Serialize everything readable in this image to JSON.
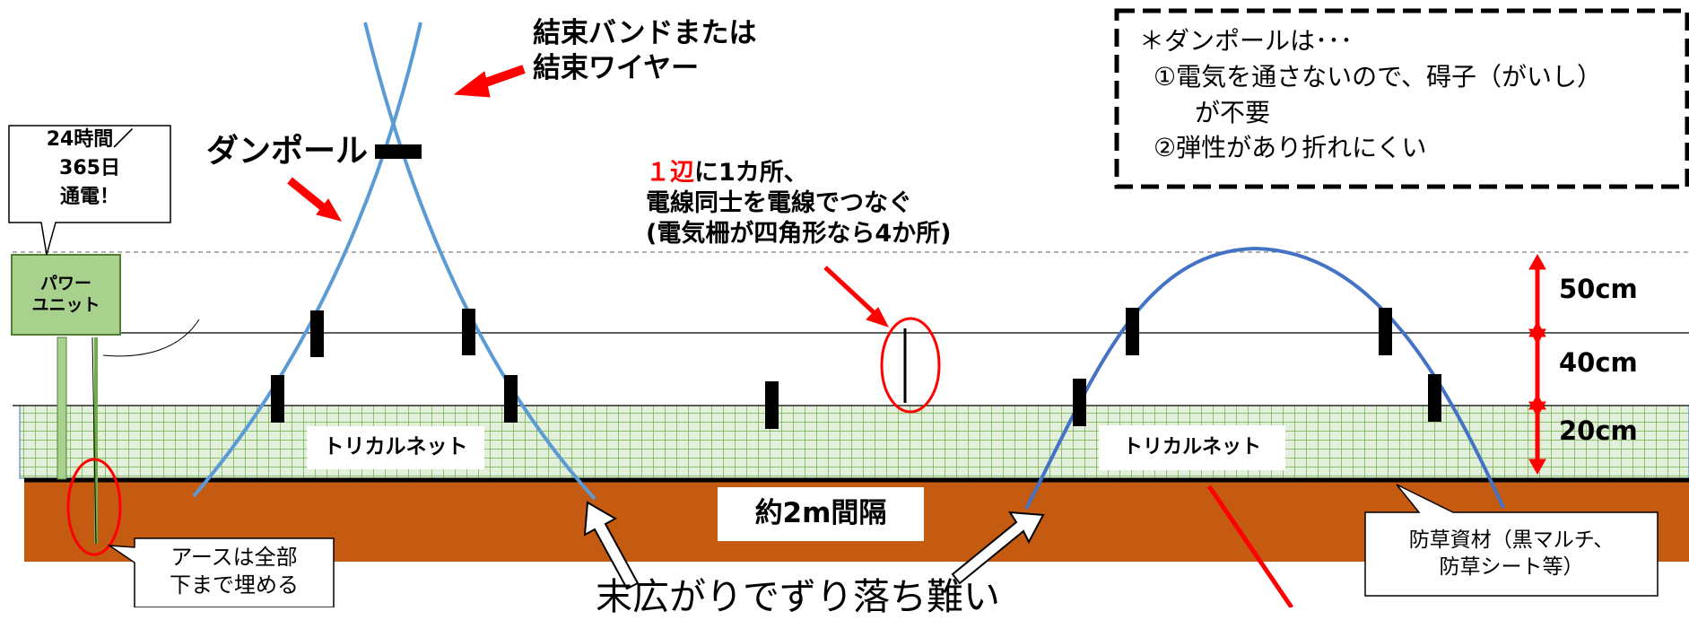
{
  "labels": {
    "tie_band_line1": "結束バンドまたは",
    "tie_band_line2": "結束ワイヤー",
    "danpole": "ダンポール",
    "power_note_line1": "24時間／",
    "power_note_line2": "365日",
    "power_note_line3": "通電！",
    "power_unit_line1": "パワー",
    "power_unit_line2": "ユニット",
    "connect_red": "１辺",
    "connect_rest": "に1カ所、",
    "connect_line2": "電線同士を電線でつなぐ",
    "connect_line3": "(電気柵が四角形なら4か所)",
    "net_left": "トリカルネット",
    "net_right": "トリカルネット",
    "spacing": "約2m間隔",
    "bottom_caption": "末広がりでずり落ち難い",
    "earth_line1": "アースは全部",
    "earth_line2": "下まで埋める",
    "weed_line1": "防草資材（黒マルチ、",
    "weed_line2": "防草シート等）",
    "h_50": "50cm",
    "h_40": "40cm",
    "h_20": "20cm"
  },
  "notes_box": {
    "line1": "＊ダンポールは･･･",
    "line2": "①電気を通さないので、碍子（がいし）",
    "line3": "が不要",
    "line4": "②弾性があり折れにくい"
  },
  "colors": {
    "soil": "#c55a11",
    "net_grid": "#70ad47",
    "net_fill": "#e2efda",
    "pole": "#5b9bd5",
    "arrow": "#ff0000",
    "power_unit": "#a9d18e"
  }
}
